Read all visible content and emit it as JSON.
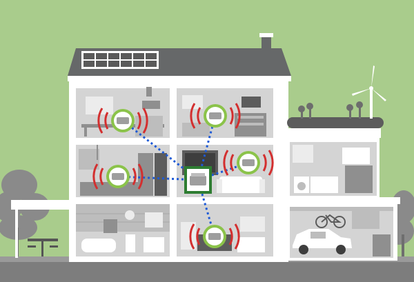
{
  "colors": {
    "sky": "#a9cc8c",
    "roof": "#666869",
    "wall": "#ffffff",
    "room_bg": "#d4d4d4",
    "furniture": "#8f8f8f",
    "dark_furniture": "#5c5c5c",
    "hub": "#2e7d32",
    "node_ring": "#8bc34a",
    "signal": "#d32f2f",
    "link": "#1e5ad6",
    "ground": "#7d7d7d",
    "tree": "#8a8a8a"
  },
  "network": {
    "hub": {
      "room": "living-room"
    },
    "nodes": [
      {
        "id": "node-office",
        "room": "office"
      },
      {
        "id": "node-bedroom",
        "room": "bedroom-upper"
      },
      {
        "id": "node-kitchen",
        "room": "kitchen"
      },
      {
        "id": "node-living",
        "room": "living-room"
      },
      {
        "id": "node-basement",
        "room": "basement-bedroom"
      }
    ],
    "links": [
      [
        "hub",
        "node-office"
      ],
      [
        "hub",
        "node-bedroom"
      ],
      [
        "hub",
        "node-kitchen"
      ],
      [
        "hub",
        "node-living"
      ],
      [
        "hub",
        "node-basement"
      ]
    ]
  },
  "icons": [
    "solar-panel-icon",
    "wind-turbine-icon",
    "chimney-icon",
    "car-icon",
    "bicycle-icon",
    "tree-icon",
    "bathtub-icon",
    "washing-machine-icon",
    "sofa-icon",
    "bed-icon"
  ]
}
